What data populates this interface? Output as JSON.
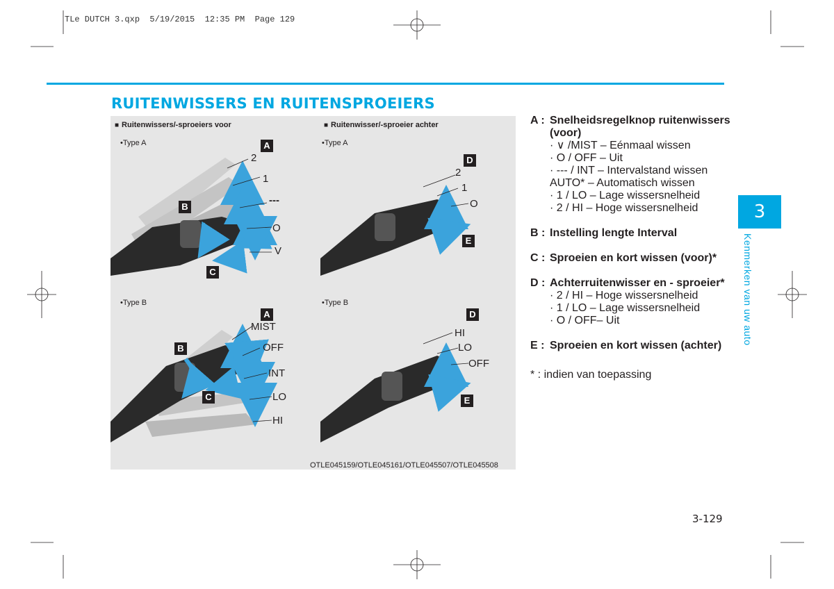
{
  "header": {
    "meta": "TLe DUTCH 3.qxp  5/19/2015  12:35 PM  Page 129"
  },
  "title": "RUITENWISSERS EN RUITENSPROEIERS",
  "figure": {
    "front_heading": "Ruitenwissers/-sproeiers voor",
    "rear_heading": "Ruitenwisser/-sproeier achter",
    "type_a": "Type A",
    "type_b": "Type B",
    "caption": "OTLE045159/OTLE045161/OTLE045507/OTLE045508",
    "front_a_positions": [
      "2",
      "1",
      "---",
      "O",
      "V"
    ],
    "front_b_positions": [
      "MIST",
      "OFF",
      "INT",
      "LO",
      "HI"
    ],
    "rear_a_positions": [
      "2",
      "1",
      "O"
    ],
    "rear_b_positions": [
      "HI",
      "LO",
      "OFF"
    ],
    "labels": {
      "a": "A",
      "b": "B",
      "c": "C",
      "d": "D",
      "e": "E"
    }
  },
  "descriptions": [
    {
      "key": "A :",
      "head": "Snelheidsregelknop ruitenwissers (voor)",
      "lines": [
        "· ∨ /MIST – Eénmaal wissen",
        "· O / OFF – Uit",
        "· --- / INT – Intervalstand wissen",
        "AUTO* – Automatisch wissen",
        "· 1 / LO – Lage wissersnelheid",
        "· 2 / HI – Hoge wissersnelheid"
      ]
    },
    {
      "key": "B :",
      "head": "Instelling lengte Interval",
      "lines": []
    },
    {
      "key": "C :",
      "head": "Sproeien en kort wissen (voor)*",
      "lines": []
    },
    {
      "key": "D :",
      "head": "Achterruitenwisser en - sproeier*",
      "lines": [
        "· 2 / HI – Hoge wissersnelheid",
        "· 1 / LO – Lage wissersnelheid",
        "· O / OFF– Uit"
      ]
    },
    {
      "key": "E :",
      "head": "Sproeien en kort wissen (achter)",
      "lines": []
    }
  ],
  "footnote": "* : indien van toepassing",
  "chapter": {
    "number": "3",
    "name": "Kenmerken van uw auto"
  },
  "page_number": "3-129",
  "colors": {
    "accent": "#00a7e1",
    "arrow": "#3ba3dc",
    "figure_bg": "#e6e6e6",
    "stalk": "#2a2a2a"
  }
}
